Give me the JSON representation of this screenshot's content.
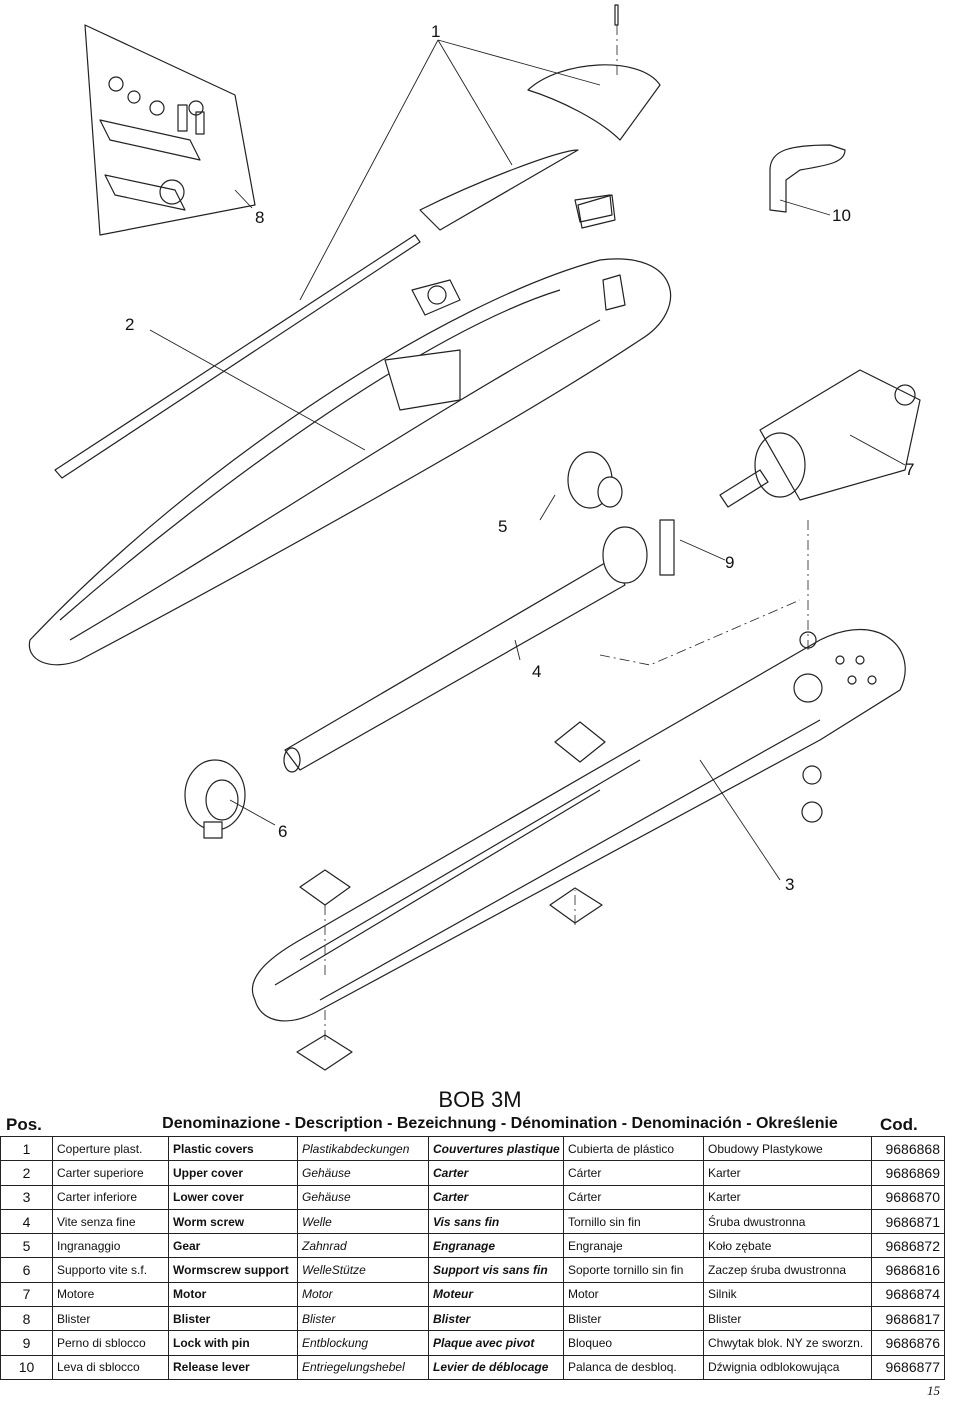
{
  "callouts": [
    "1",
    "2",
    "3",
    "4",
    "5",
    "6",
    "7",
    "8",
    "9",
    "10"
  ],
  "table": {
    "title": "BOB 3M",
    "header_pos": "Pos.",
    "header_desc": "Denominazione - Description - Bezeichnung - Dénomination - Denominación - Określenie",
    "header_cod": "Cod.",
    "rows": [
      {
        "pos": "1",
        "it": "Coperture plast.",
        "en": "Plastic covers",
        "de": "Plastikabdeckungen",
        "fr": "Couvertures plastique",
        "es": "Cubierta de plástico",
        "pl": "Obudowy Plastykowe",
        "cod": "9686868"
      },
      {
        "pos": "2",
        "it": "Carter superiore",
        "en": "Upper cover",
        "de": "Gehäuse",
        "fr": "Carter",
        "es": "Cárter",
        "pl": "Karter",
        "cod": "9686869"
      },
      {
        "pos": "3",
        "it": "Carter inferiore",
        "en": "Lower cover",
        "de": "Gehäuse",
        "fr": "Carter",
        "es": "Cárter",
        "pl": "Karter",
        "cod": "9686870"
      },
      {
        "pos": "4",
        "it": "Vite senza fine",
        "en": "Worm screw",
        "de": "Welle",
        "fr": "Vis sans fin",
        "es": "Tornillo sin fin",
        "pl": "Śruba dwustronna",
        "cod": "9686871"
      },
      {
        "pos": "5",
        "it": "Ingranaggio",
        "en": "Gear",
        "de": "Zahnrad",
        "fr": "Engranage",
        "es": "Engranaje",
        "pl": "Koło zębate",
        "cod": "9686872"
      },
      {
        "pos": "6",
        "it": "Supporto vite s.f.",
        "en": "Wormscrew support",
        "de": "WelleStütze",
        "fr": "Support vis sans fin",
        "es": "Soporte tornillo sin fin",
        "pl": "Zaczep śruba dwustronna",
        "cod": "9686816"
      },
      {
        "pos": "7",
        "it": "Motore",
        "en": "Motor",
        "de": "Motor",
        "fr": "Moteur",
        "es": "Motor",
        "pl": "Silnik",
        "cod": "9686874"
      },
      {
        "pos": "8",
        "it": "Blister",
        "en": "Blister",
        "de": "Blister",
        "fr": "Blister",
        "es": "Blister",
        "pl": "Blister",
        "cod": "9686817"
      },
      {
        "pos": "9",
        "it": "Perno di sblocco",
        "en": "Lock with pin",
        "de": "Entblockung",
        "fr": "Plaque avec pivot",
        "es": "Bloqueo",
        "pl": "Chwytak blok. NY ze sworzn.",
        "cod": "9686876"
      },
      {
        "pos": "10",
        "it": "Leva di sblocco",
        "en": "Release lever",
        "de": "Entriegelungshebel",
        "fr": "Levier de déblocage",
        "es": "Palanca de desbloq.",
        "pl": "Dźwignia odblokowująca",
        "cod": "9686877"
      }
    ]
  },
  "page_number": "15"
}
